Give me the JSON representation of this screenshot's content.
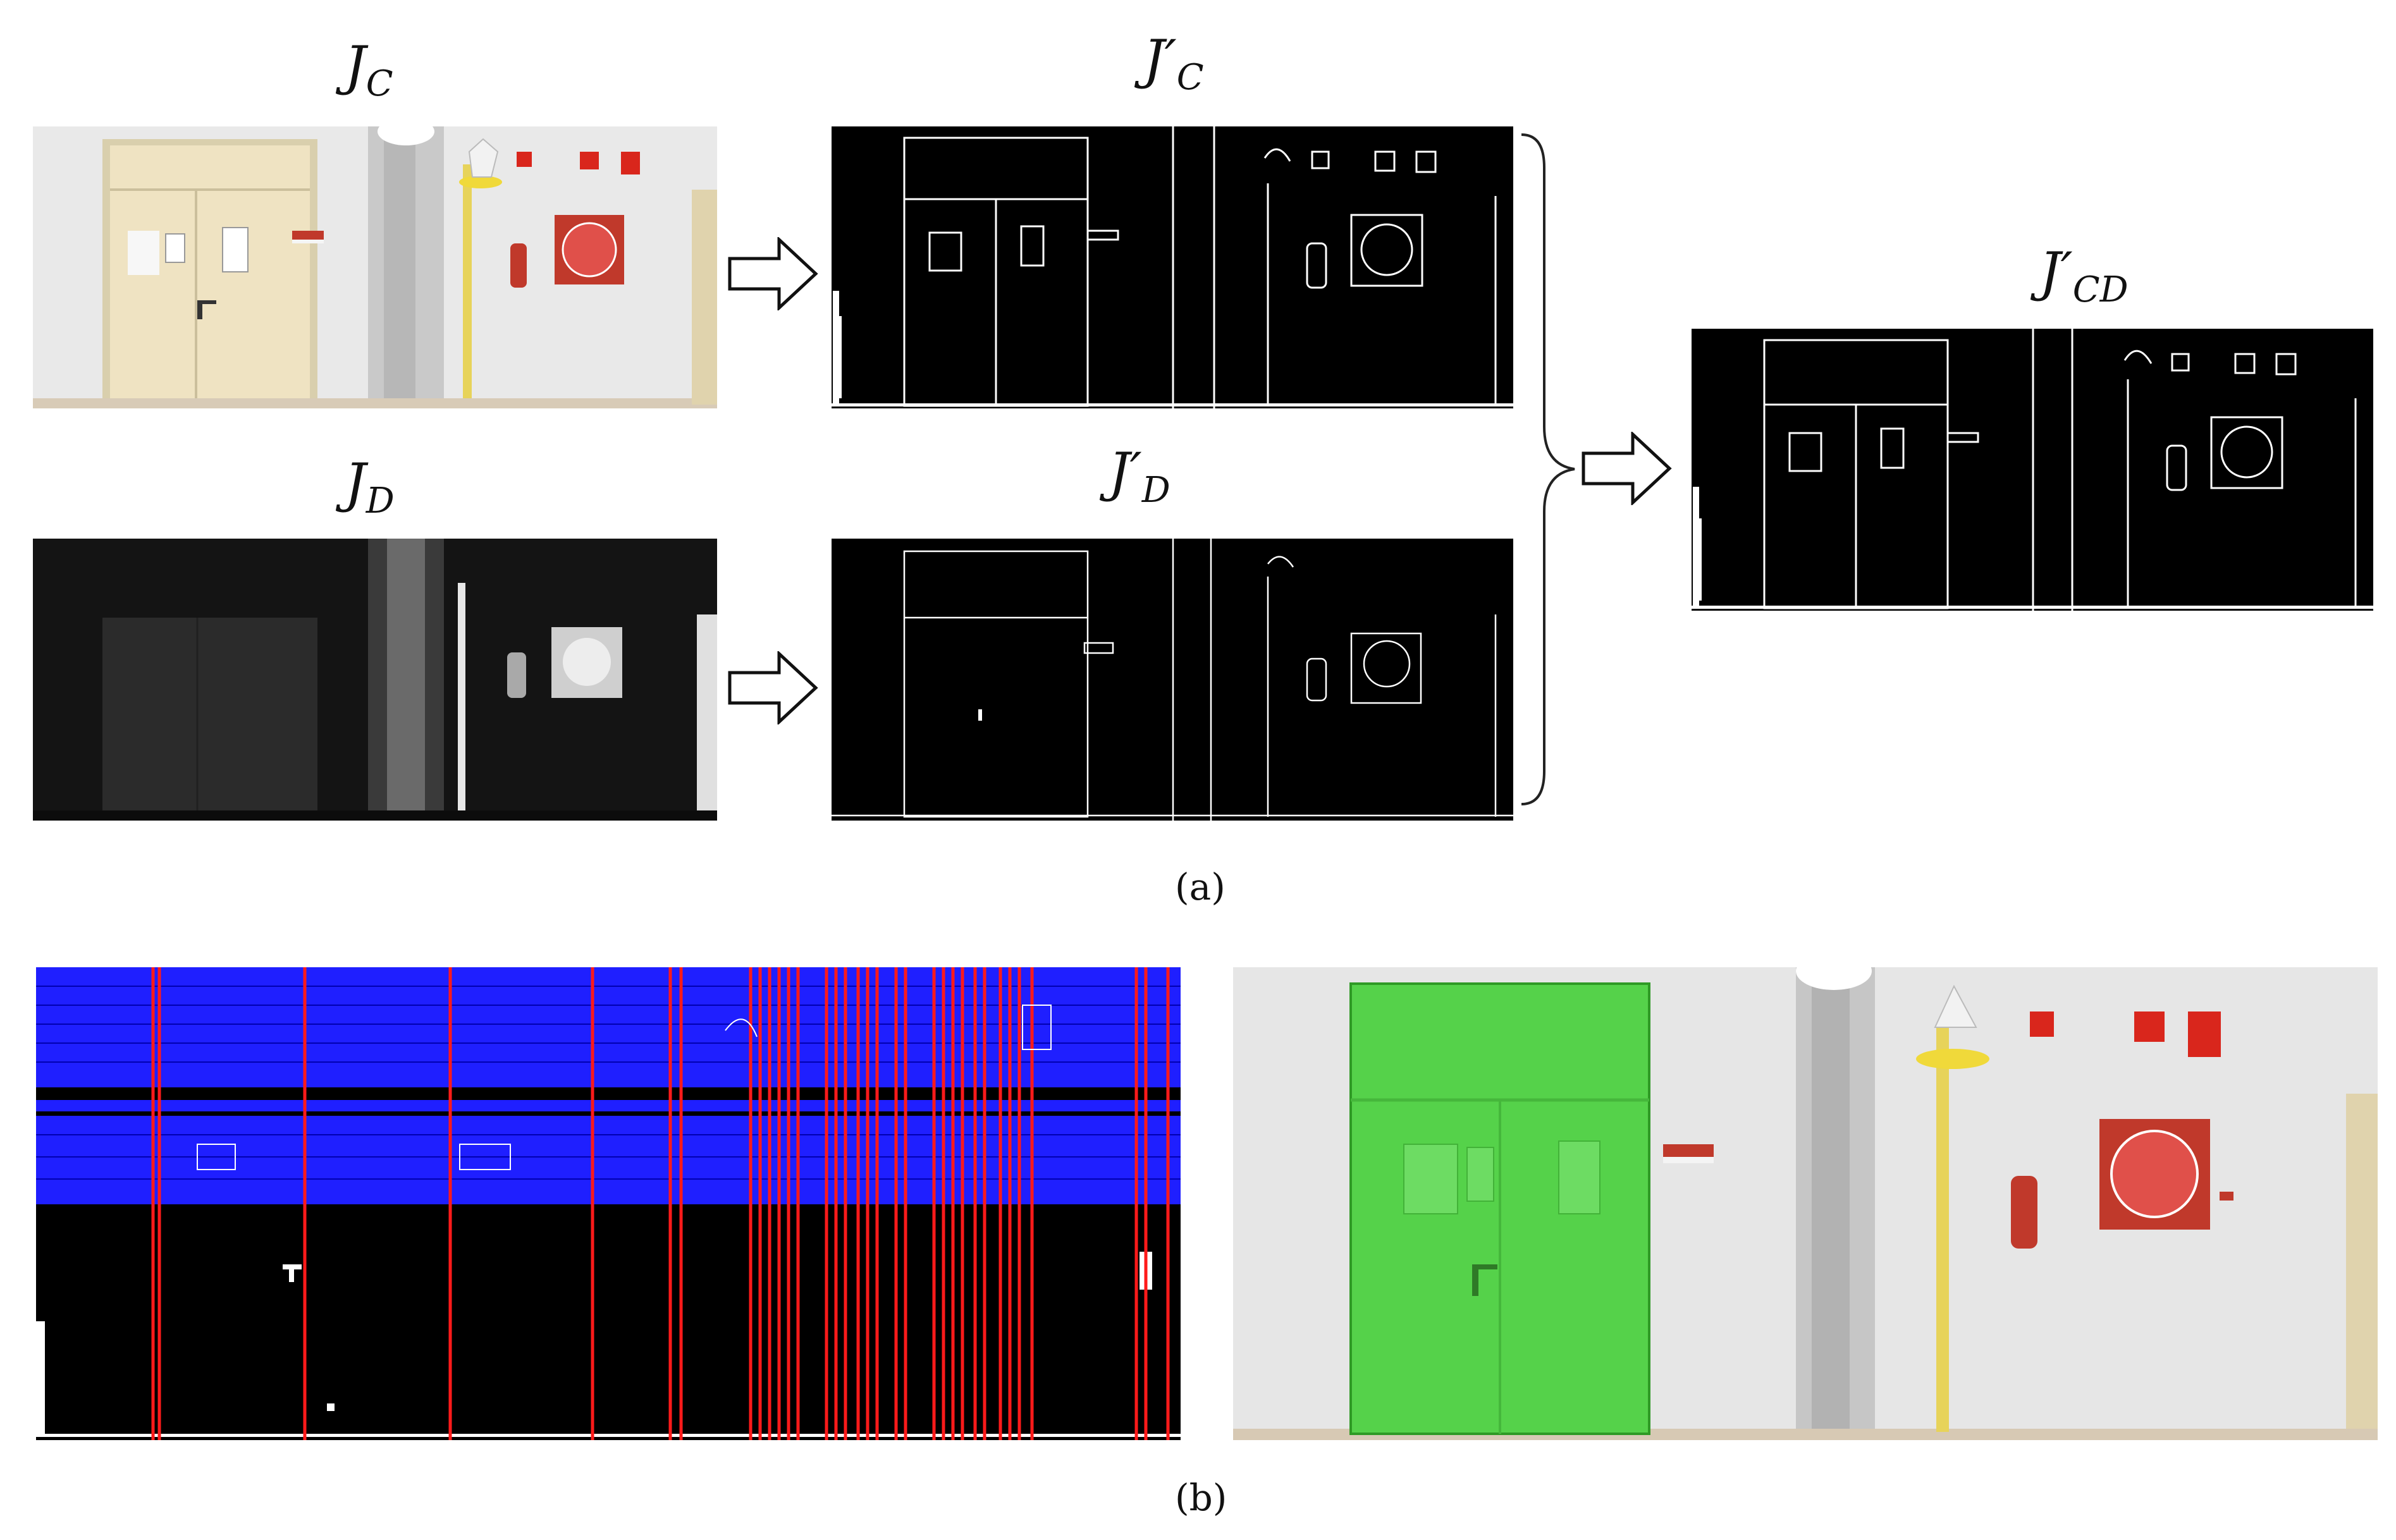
{
  "figure": {
    "labels": {
      "jc": {
        "main": "J",
        "sub": "C"
      },
      "jd": {
        "main": "J",
        "sub": "D"
      },
      "jpc": {
        "main": "J′",
        "sub": "C"
      },
      "jpd": {
        "main": "J′",
        "sub": "D"
      },
      "jpcd": {
        "main": "J′",
        "sub": "CD"
      }
    },
    "captions": {
      "a": "(a)",
      "b": "(b)"
    },
    "colors": {
      "wall": "#ececec",
      "door_beige": "#efe3c2",
      "door_highlight": "#55d24a",
      "vertical_lines": "#ff1a1a",
      "horizontal_lines": "#1f1fff",
      "edge_bg": "#000000",
      "edge_fg": "#ffffff"
    }
  }
}
